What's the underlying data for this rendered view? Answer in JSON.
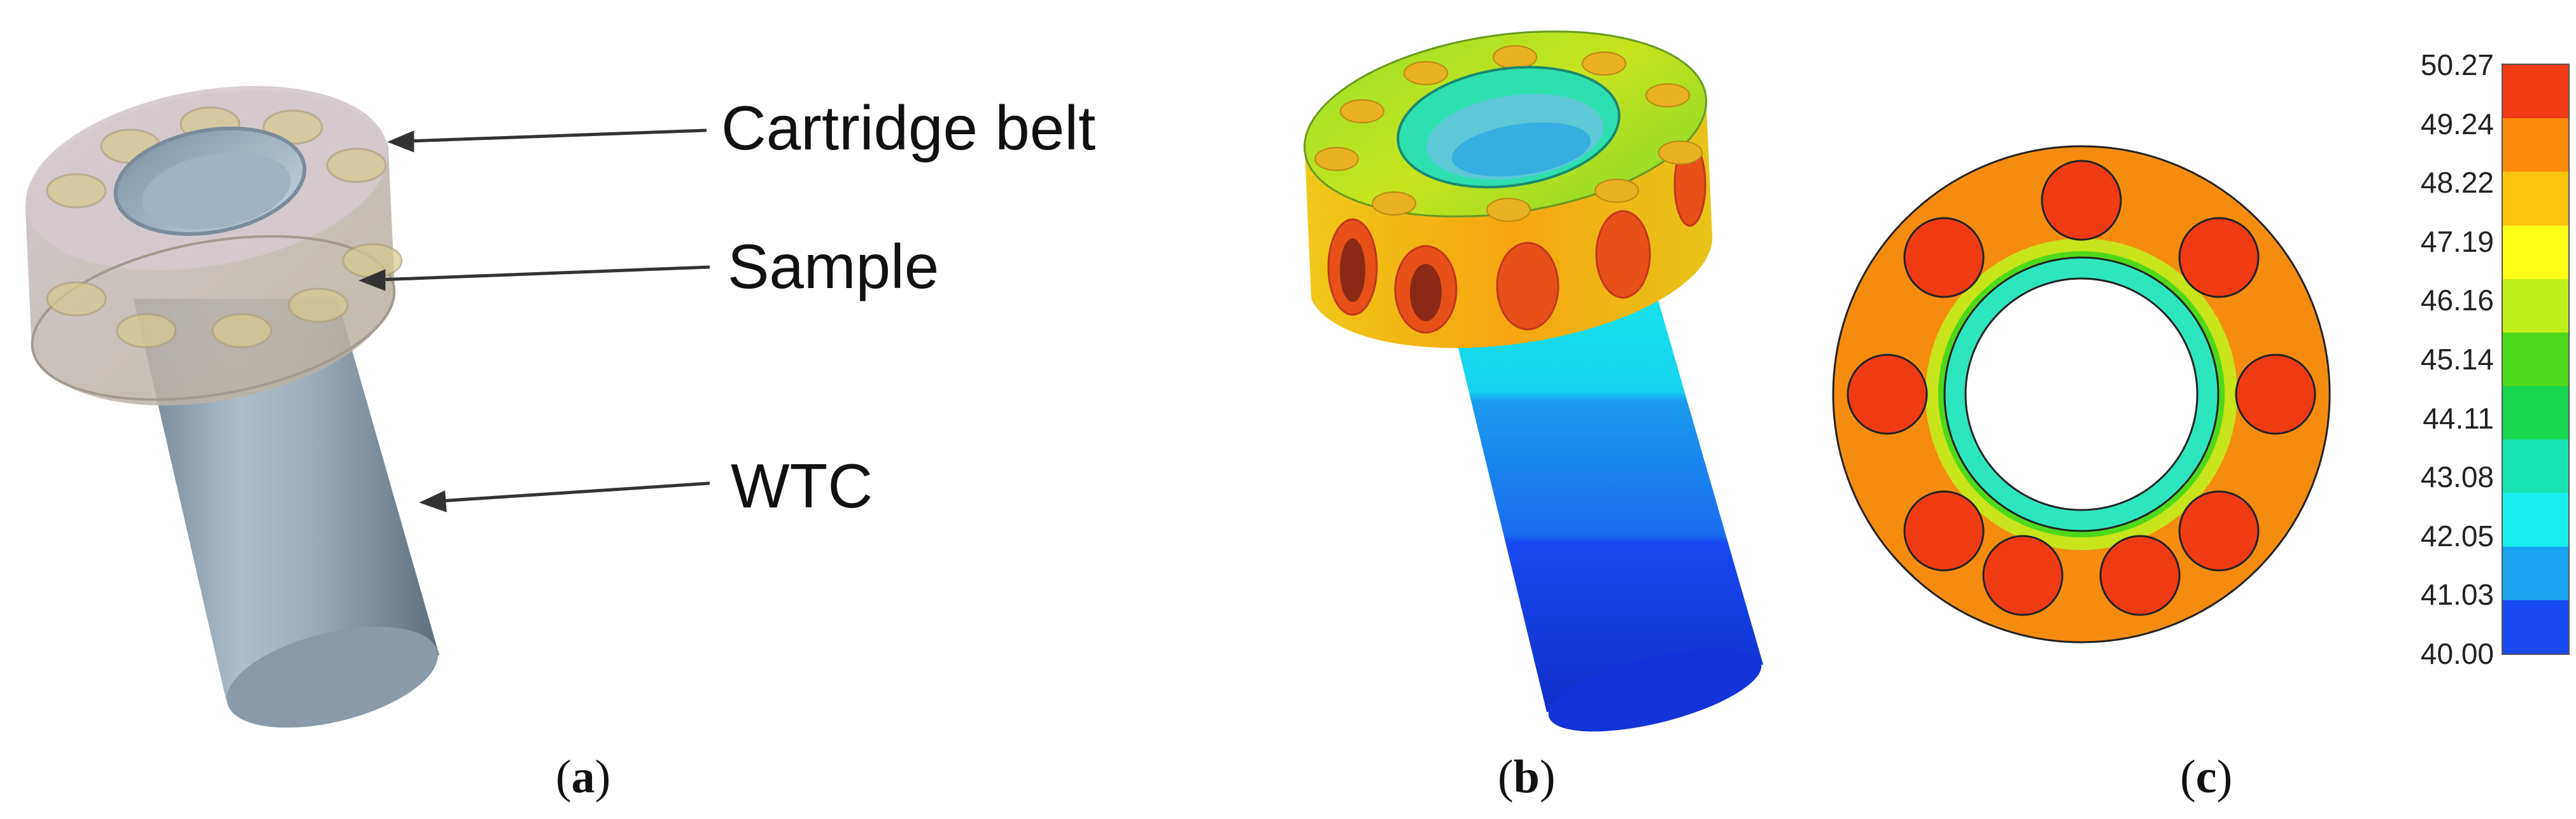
{
  "panels": {
    "a": {
      "caption_letter": "a",
      "labels": {
        "cartridge_belt": "Cartridge belt",
        "sample": "Sample",
        "wtc": "WTC"
      }
    },
    "b": {
      "caption_letter": "b"
    },
    "c": {
      "caption_letter": "c"
    }
  },
  "colorbar": {
    "ticks": [
      "50.27",
      "49.24",
      "48.22",
      "47.19",
      "46.16",
      "45.14",
      "44.11",
      "43.08",
      "42.05",
      "41.03",
      "40.00"
    ],
    "colors": [
      "#ef3b14",
      "#fc8b0c",
      "#fcc40c",
      "#ffff18",
      "#bfef1a",
      "#4ed91a",
      "#18d74c",
      "#18e3b4",
      "#18ecef",
      "#1aa3ef",
      "#1848ef"
    ]
  }
}
